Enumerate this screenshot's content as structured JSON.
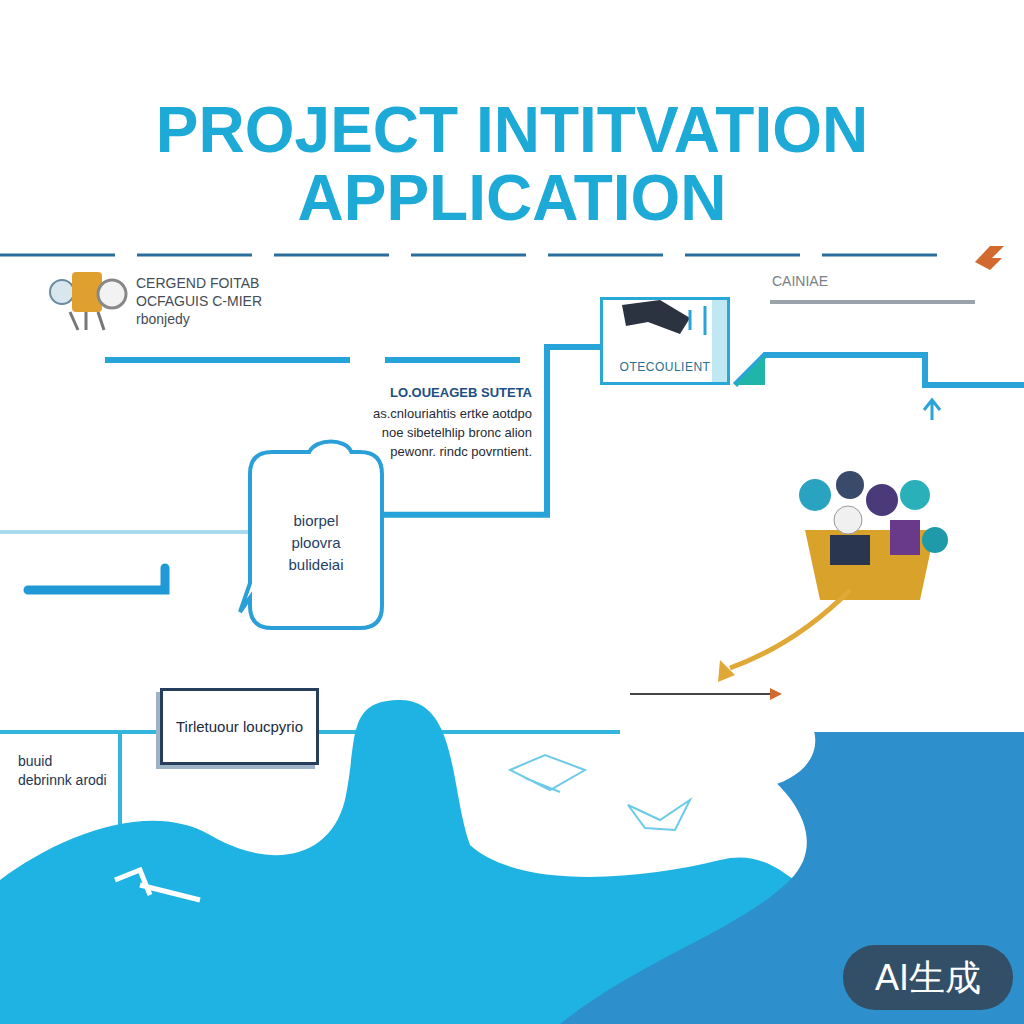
{
  "diagram": {
    "title": "PROJECT INTITVATION APPLICATION",
    "nodes": [
      {
        "text": [
          "OTECOULIENT"
        ]
      },
      {
        "text": [
          "biorpel ploovra bulideiai"
        ]
      },
      {
        "text": [
          "Tirletuour loucpyrio"
        ]
      }
    ],
    "edges": [
      {
        "from": 1,
        "to": 0,
        "arrow": "none"
      }
    ],
    "labels": [
      "CERGEND FOITAB OCFAGUIS C-MIER rbonjedy",
      "LO.OUEAGEB SUTETA",
      "as.cnlouriahtis ertke aotdpo noe sibetelhlip bronc alion pewonr. rindc povrntient.",
      "CAINIAE",
      "buuid debrinnk arodi",
      "AI生成"
    ]
  }
}
